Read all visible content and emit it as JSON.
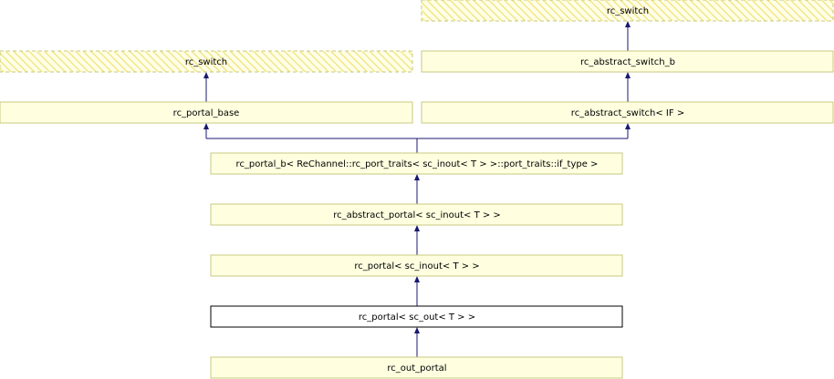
{
  "colors": {
    "node_fill": "#ffffe0",
    "node_border": "#c8c880",
    "hatch": "#f2e68a",
    "edge": "#191970",
    "highlight_fill": "#ffffff",
    "highlight_border": "#000000"
  },
  "nodes": {
    "rc_switch_top": {
      "label": "rc_switch",
      "style": "external"
    },
    "rc_switch_left": {
      "label": "rc_switch",
      "style": "external"
    },
    "rc_abstract_switch_b": {
      "label": "rc_abstract_switch_b",
      "style": "normal"
    },
    "rc_portal_base": {
      "label": "rc_portal_base",
      "style": "normal"
    },
    "rc_abstract_switch_if": {
      "label": "rc_abstract_switch< IF >",
      "style": "normal"
    },
    "rc_portal_b": {
      "label": "rc_portal_b< ReChannel::rc_port_traits< sc_inout< T > >::port_traits::if_type >",
      "style": "normal"
    },
    "rc_abstract_portal": {
      "label": "rc_abstract_portal< sc_inout< T > >",
      "style": "normal"
    },
    "rc_portal_inout": {
      "label": "rc_portal< sc_inout< T > >",
      "style": "normal"
    },
    "rc_portal_out": {
      "label": "rc_portal< sc_out< T > >",
      "style": "highlight"
    },
    "rc_out_portal": {
      "label": "rc_out_portal",
      "style": "normal"
    }
  }
}
